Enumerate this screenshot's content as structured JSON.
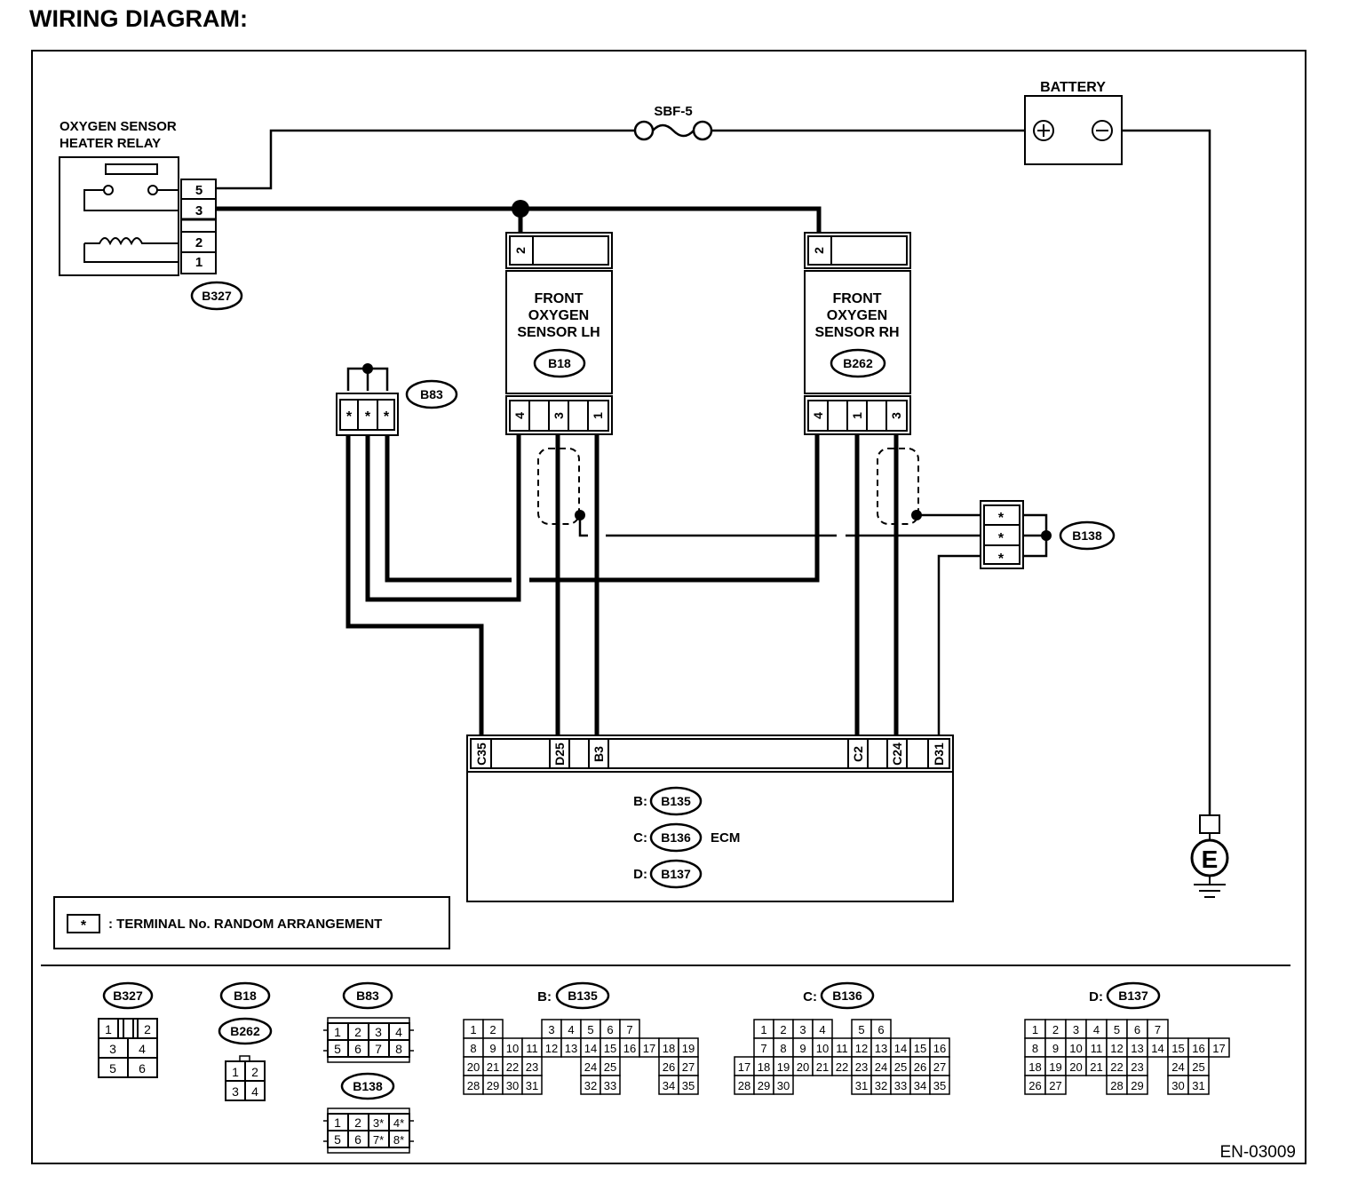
{
  "page": {
    "title": "WIRING DIAGRAM:",
    "code": "EN-03009"
  },
  "components": {
    "relay": {
      "label": [
        "OXYGEN SENSOR",
        "HEATER RELAY"
      ],
      "terminals": [
        "5",
        "3",
        "2",
        "1"
      ],
      "connector": "B327"
    },
    "fuse": {
      "label": "SBF-5"
    },
    "battery": {
      "label": "BATTERY"
    },
    "sensor_lh": {
      "label": [
        "FRONT",
        "OXYGEN",
        "SENSOR LH"
      ],
      "connector": "B18",
      "top_terminal": "2",
      "bottom_terminals": [
        "4",
        "3",
        "1"
      ]
    },
    "sensor_rh": {
      "label": [
        "FRONT",
        "OXYGEN",
        "SENSOR RH"
      ],
      "connector": "B262",
      "top_terminal": "2",
      "bottom_terminals": [
        "4",
        "1",
        "3"
      ]
    },
    "joint_b83": {
      "connector": "B83",
      "terminals": [
        "*",
        "*",
        "*"
      ]
    },
    "joint_b138": {
      "connector": "B138",
      "terminals": [
        "*",
        "*",
        "*"
      ]
    },
    "ecm": {
      "label": "ECM",
      "terminals": [
        "C35",
        "D25",
        "B3",
        "C2",
        "C24",
        "D31"
      ],
      "connectors": [
        {
          "prefix": "B:",
          "name": "B135"
        },
        {
          "prefix": "C:",
          "name": "B136"
        },
        {
          "prefix": "D:",
          "name": "B137"
        }
      ]
    },
    "ground": {
      "label": "E"
    }
  },
  "legend": {
    "symbol": "*",
    "text": ": TERMINAL No. RANDOM ARRANGEMENT"
  },
  "connector_views": {
    "b327": {
      "name": "B327",
      "rows": [
        [
          "1",
          "",
          "2"
        ],
        [
          "3",
          "4"
        ],
        [
          "5",
          "6"
        ]
      ]
    },
    "b18_b262": {
      "names": [
        "B18",
        "B262"
      ],
      "rows": [
        [
          "1",
          "2"
        ],
        [
          "3",
          "4"
        ]
      ]
    },
    "b83": {
      "name": "B83",
      "rows": [
        [
          "1",
          "2",
          "3",
          "4"
        ],
        [
          "5",
          "6",
          "7",
          "8"
        ]
      ]
    },
    "b138": {
      "name": "B138",
      "rows": [
        [
          "1",
          "2",
          "3*",
          "4*"
        ],
        [
          "5",
          "6",
          "7*",
          "8*"
        ]
      ]
    },
    "b135": {
      "prefix": "B:",
      "name": "B135",
      "rows": [
        [
          "1",
          "2",
          "",
          "",
          "3",
          "4",
          "5",
          "6",
          "7"
        ],
        [
          "8",
          "9",
          "10",
          "11",
          "12",
          "13",
          "14",
          "15",
          "16",
          "17",
          "18",
          "19"
        ],
        [
          "20",
          "21",
          "22",
          "23",
          "",
          "",
          "24",
          "25",
          "",
          "",
          "26",
          "27"
        ],
        [
          "28",
          "29",
          "30",
          "31",
          "",
          "",
          "32",
          "33",
          "",
          "",
          "34",
          "35"
        ]
      ]
    },
    "b136": {
      "prefix": "C:",
      "name": "B136",
      "rows": [
        [
          "",
          "1",
          "2",
          "3",
          "4",
          "",
          "5",
          "6"
        ],
        [
          "",
          "7",
          "8",
          "9",
          "10",
          "11",
          "12",
          "13",
          "14",
          "15",
          "16"
        ],
        [
          "17",
          "18",
          "19",
          "20",
          "21",
          "22",
          "23",
          "24",
          "25",
          "26",
          "27"
        ],
        [
          "28",
          "29",
          "30",
          "",
          "",
          "",
          "31",
          "32",
          "33",
          "34",
          "35"
        ]
      ]
    },
    "b137": {
      "prefix": "D:",
      "name": "B137",
      "rows": [
        [
          "1",
          "2",
          "3",
          "4",
          "5",
          "6",
          "7"
        ],
        [
          "8",
          "9",
          "10",
          "11",
          "12",
          "13",
          "14",
          "15",
          "16",
          "17"
        ],
        [
          "18",
          "19",
          "20",
          "21",
          "22",
          "23",
          "",
          "24",
          "25"
        ],
        [
          "26",
          "27",
          "",
          "",
          "28",
          "29",
          "",
          "30",
          "31"
        ]
      ]
    }
  }
}
